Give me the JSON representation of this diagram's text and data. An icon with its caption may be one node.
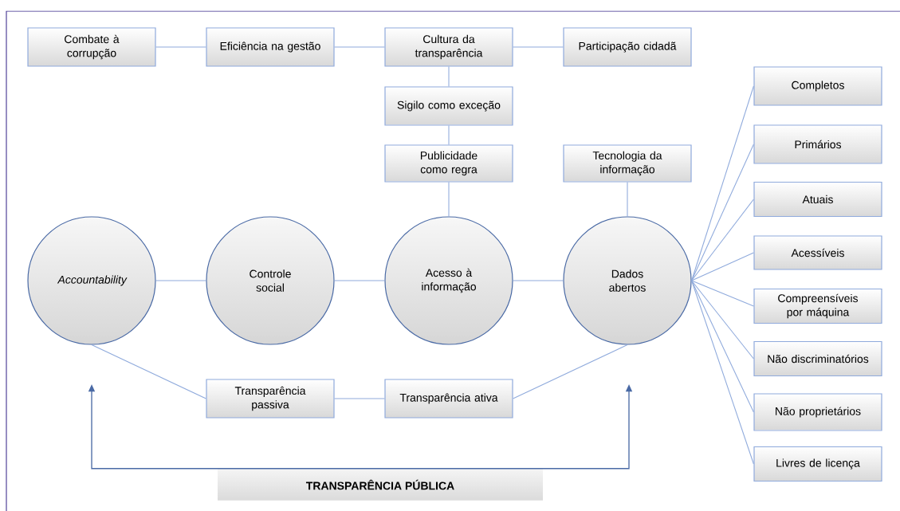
{
  "diagram": {
    "nodes": [
      {
        "text": [
          "Combate à corrupção"
        ]
      },
      {
        "text": [
          "Eficiência na gestão"
        ]
      },
      {
        "text": [
          "Cultura da transparência"
        ]
      },
      {
        "text": [
          "Participação cidadã"
        ]
      },
      {
        "text": [
          "Sigilo como exceção"
        ]
      },
      {
        "text": [
          "Publicidade como regra"
        ]
      },
      {
        "text": [
          "Tecnologia da informação"
        ]
      },
      {
        "text": [
          "Accountability"
        ]
      },
      {
        "text": [
          "Controle social"
        ]
      },
      {
        "text": [
          "Acesso à informação"
        ]
      },
      {
        "text": [
          "Dados abertos"
        ]
      },
      {
        "text": [
          "Completos"
        ]
      },
      {
        "text": [
          "Primários"
        ]
      },
      {
        "text": [
          "Atuais"
        ]
      },
      {
        "text": [
          "Acessíveis"
        ]
      },
      {
        "text": [
          "Compreensíveis por máquina"
        ]
      },
      {
        "text": [
          "Não discriminatórios"
        ]
      },
      {
        "text": [
          "Não proprietários"
        ]
      },
      {
        "text": [
          "Livres de licença"
        ]
      },
      {
        "text": [
          "Transparência passiva"
        ]
      },
      {
        "text": [
          "Transparência ativa"
        ]
      },
      {
        "text": [
          "TRANSPARÊNCIA PÚBLICA"
        ]
      }
    ],
    "edges": [
      {
        "from": 0,
        "to": 1,
        "arrow": "none"
      },
      {
        "from": 1,
        "to": 2,
        "arrow": "none"
      },
      {
        "from": 2,
        "to": 3,
        "arrow": "none"
      },
      {
        "from": 2,
        "to": 4,
        "arrow": "none"
      },
      {
        "from": 4,
        "to": 5,
        "arrow": "none"
      },
      {
        "from": 5,
        "to": 9,
        "arrow": "none"
      },
      {
        "from": 6,
        "to": 10,
        "arrow": "none"
      },
      {
        "from": 7,
        "to": 8,
        "arrow": "none"
      },
      {
        "from": 8,
        "to": 9,
        "arrow": "none"
      },
      {
        "from": 9,
        "to": 10,
        "arrow": "none"
      },
      {
        "from": 10,
        "to": 11,
        "arrow": "none"
      },
      {
        "from": 10,
        "to": 12,
        "arrow": "none"
      },
      {
        "from": 10,
        "to": 13,
        "arrow": "none"
      },
      {
        "from": 10,
        "to": 14,
        "arrow": "none"
      },
      {
        "from": 10,
        "to": 15,
        "arrow": "none"
      },
      {
        "from": 10,
        "to": 16,
        "arrow": "none"
      },
      {
        "from": 10,
        "to": 17,
        "arrow": "none"
      },
      {
        "from": 10,
        "to": 18,
        "arrow": "none"
      },
      {
        "from": 7,
        "to": 19,
        "arrow": "none"
      },
      {
        "from": 19,
        "to": 20,
        "arrow": "none"
      },
      {
        "from": 20,
        "to": 10,
        "arrow": "none"
      },
      {
        "from": 21,
        "to": null,
        "arrow": "to"
      },
      {
        "from": 21,
        "to": null,
        "arrow": "to"
      }
    ]
  }
}
